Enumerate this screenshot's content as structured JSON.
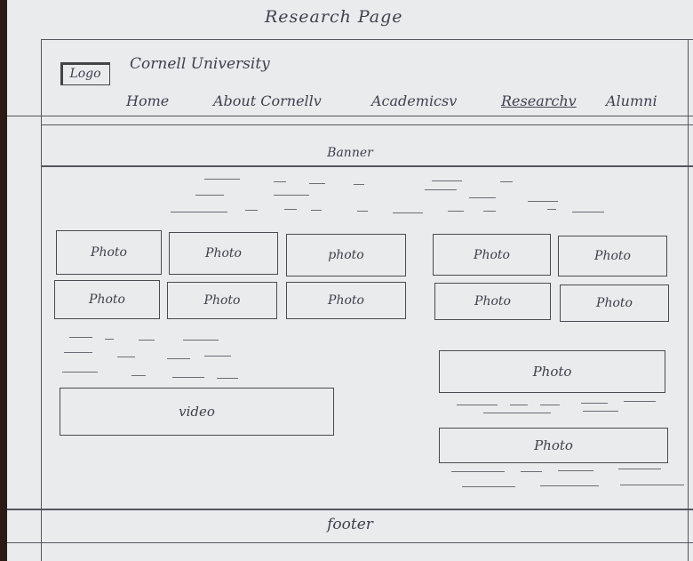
{
  "title": "Research Page",
  "header": {
    "logo_label": "Logo",
    "university_name": "Cornell University"
  },
  "nav": {
    "items": [
      {
        "label": "Home"
      },
      {
        "label": "About Cornell",
        "has_dropdown": true
      },
      {
        "label": "Academics",
        "has_dropdown": true
      },
      {
        "label": "Research",
        "has_dropdown": true,
        "active": true
      },
      {
        "label": "Alumni"
      }
    ],
    "chevron": "v"
  },
  "banner": {
    "label": "Banner"
  },
  "gallery": {
    "left_grid": [
      "Photo",
      "Photo",
      "photo",
      "Photo",
      "Photo",
      "Photo"
    ],
    "right_grid": [
      "Photo",
      "Photo",
      "Photo",
      "Photo"
    ]
  },
  "video": {
    "label": "video"
  },
  "side_photos": [
    "Photo",
    "Photo"
  ],
  "footer": {
    "label": "footer"
  }
}
